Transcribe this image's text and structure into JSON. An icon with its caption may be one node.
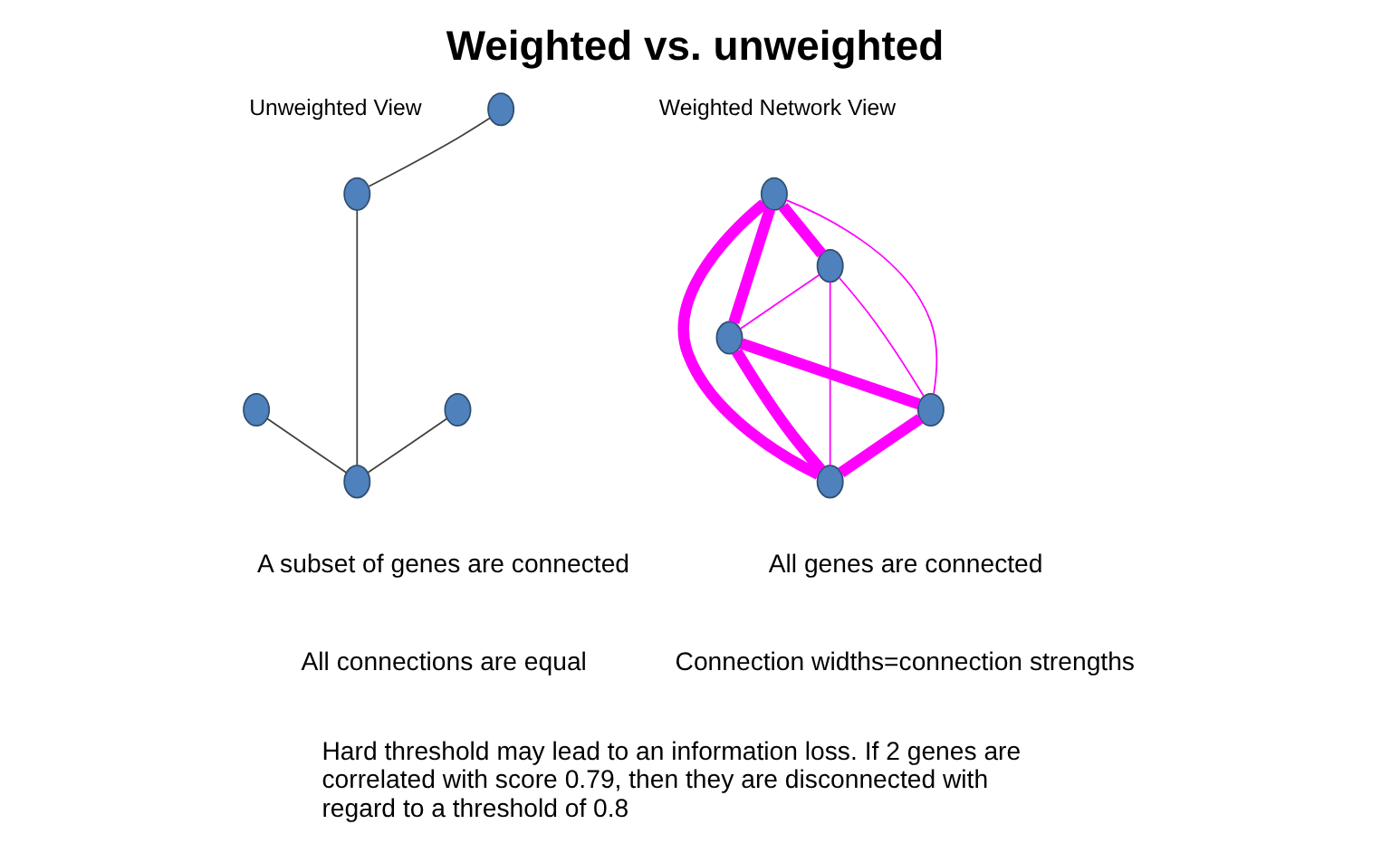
{
  "diagram": {
    "title": "Weighted vs. unweighted",
    "nodes": [
      {
        "text": [],
        "shape": "circle"
      },
      {
        "text": [],
        "shape": "circle"
      },
      {
        "text": [],
        "shape": "circle"
      },
      {
        "text": [],
        "shape": "circle"
      },
      {
        "text": [],
        "shape": "circle"
      },
      {
        "text": [],
        "shape": "circle"
      },
      {
        "text": [],
        "shape": "circle"
      },
      {
        "text": [],
        "shape": "circle"
      },
      {
        "text": [],
        "shape": "circle"
      },
      {
        "text": [],
        "shape": "circle"
      }
    ],
    "edges": [
      {
        "from": 0,
        "to": 1,
        "arrow": "none",
        "style": "thick"
      },
      {
        "from": 0,
        "to": 2,
        "arrow": "none",
        "style": "thick"
      },
      {
        "from": 0,
        "to": 4,
        "arrow": "none",
        "style": "thick"
      },
      {
        "from": 0,
        "to": 3,
        "arrow": "none"
      },
      {
        "from": 1,
        "to": 2,
        "arrow": "none"
      },
      {
        "from": 1,
        "to": 3,
        "arrow": "none"
      },
      {
        "from": 1,
        "to": 4,
        "arrow": "none"
      },
      {
        "from": 2,
        "to": 3,
        "arrow": "none",
        "style": "thick"
      },
      {
        "from": 2,
        "to": 4,
        "arrow": "none",
        "style": "thick"
      },
      {
        "from": 3,
        "to": 4,
        "arrow": "none",
        "style": "thick"
      },
      {
        "from": 6,
        "to": 5,
        "arrow": "none",
        "color": "#404040"
      },
      {
        "from": 5,
        "to": 9,
        "arrow": "none",
        "color": "#404040"
      },
      {
        "from": 7,
        "to": 9,
        "arrow": "none",
        "color": "#404040"
      },
      {
        "from": 8,
        "to": 9,
        "arrow": "none",
        "color": "#404040"
      }
    ],
    "labels": [
      "Weighted Network View",
      "Unweighted View",
      "All genes are connected",
      "Connection widths=connection strengths",
      "A subset of genes are connected",
      "All connections are equal",
      "Hard threshold may lead to an information loss. If 2 genes are correlated with score 0.79, then they are disconnected with regard to a threshold of 0.8"
    ]
  }
}
